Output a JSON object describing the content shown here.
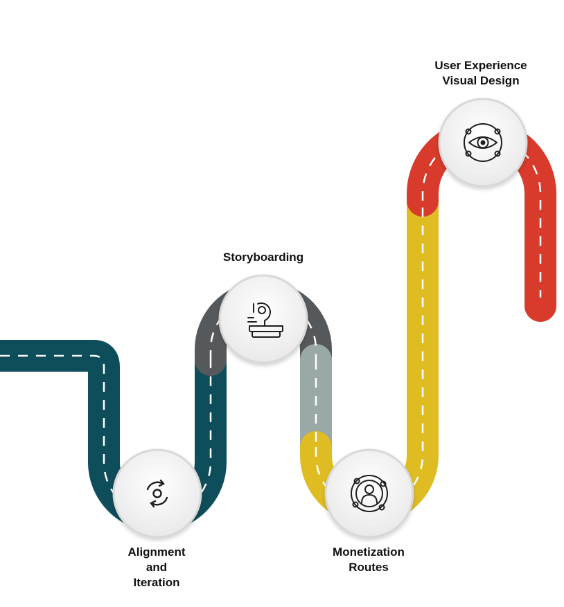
{
  "milestones": [
    {
      "id": "alignment",
      "lines": [
        "Alignment",
        "and",
        "Iteration"
      ],
      "icon": "cycle-icon"
    },
    {
      "id": "storyboarding",
      "lines": [
        "Storyboarding"
      ],
      "icon": "storyboard-icon"
    },
    {
      "id": "monetization",
      "lines": [
        "Monetization",
        "Routes"
      ],
      "icon": "person-orbit-icon"
    },
    {
      "id": "ux",
      "lines": [
        "User Experience",
        "Visual Design"
      ],
      "icon": "eye-orbit-icon"
    }
  ],
  "colors": {
    "teal": "#0e4d5a",
    "dark_gray": "#55595c",
    "light_gray": "#9aa8a6",
    "yellow": "#dfbd22",
    "red": "#d83b2b",
    "dash": "#ffffff",
    "node_fill": "#f1f1f1",
    "node_ring": "#dadada",
    "icon": "#1e1e1e"
  }
}
